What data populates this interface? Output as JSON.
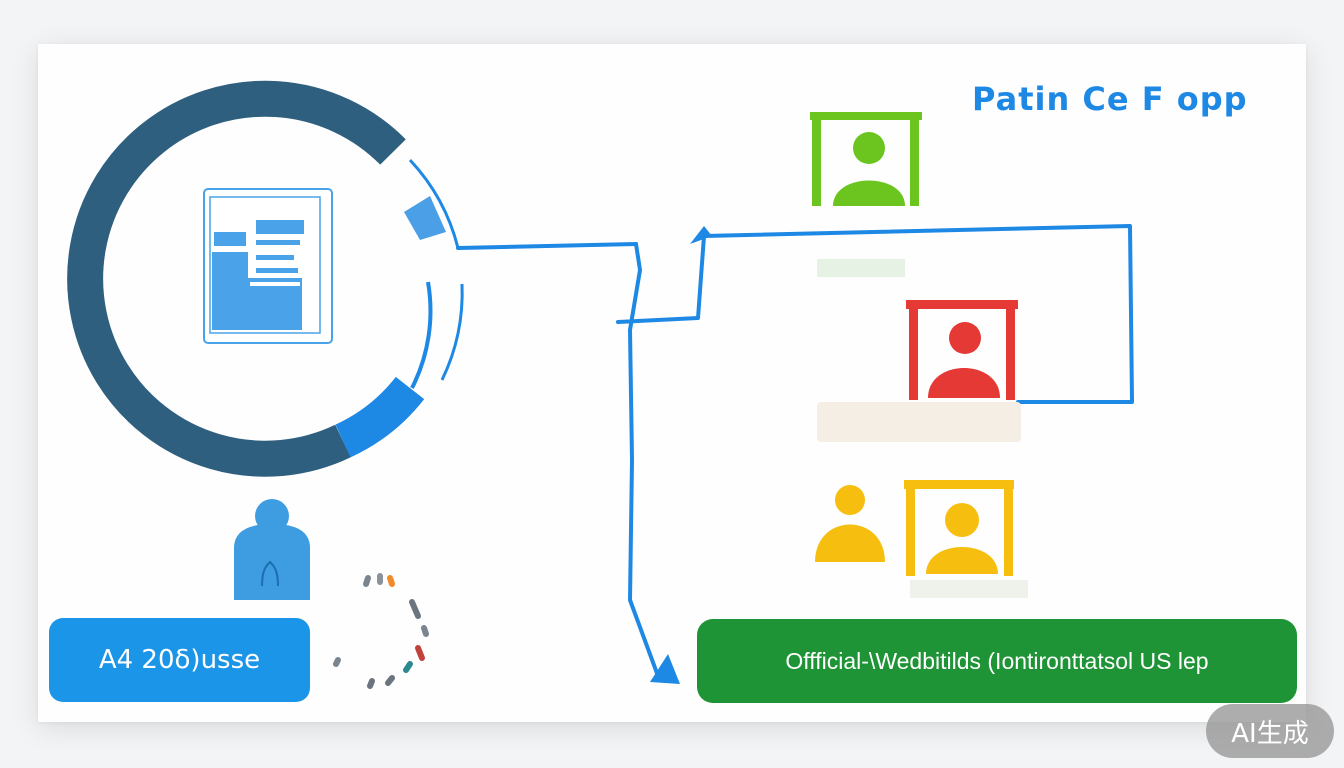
{
  "header": {
    "title": "Patin Ce F opp"
  },
  "left_button": {
    "label": "A4 20δ)usse"
  },
  "right_button": {
    "label": "Offficial-\\Wedbitilds (Iontironttatsol  US lep"
  },
  "watermark": {
    "text": "AI生成"
  },
  "colors": {
    "ring_dark": "#2e5f7e",
    "ring_blue": "#1e88e5",
    "connector_blue": "#1e88e5",
    "left_button_bg": "#1b95e8",
    "right_button_bg": "#1e9436",
    "person_green": "#6cc51f",
    "person_red": "#e53935",
    "person_yellow": "#f6bf10",
    "person_blue": "#3d9de0"
  },
  "icons": {
    "document": "document-icon",
    "persons": [
      "person-green-icon",
      "person-red-icon",
      "person-yellow-icon",
      "person-yellow-framed-icon",
      "person-blue-icon"
    ],
    "loader": "loading-spinner-icon"
  }
}
